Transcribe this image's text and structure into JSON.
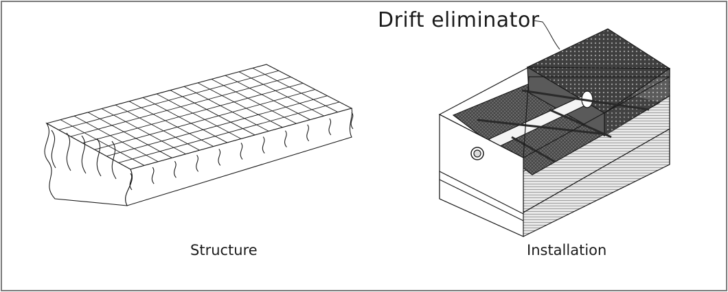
{
  "labels": {
    "callout": "Drift eliminator",
    "left_caption": "Structure",
    "right_caption": "Installation"
  },
  "colors": {
    "border": "#7a7a7a",
    "line": "#1a1a1a",
    "dark_media": "#4a4a4a",
    "grid_fill": "#6d6d6d"
  }
}
